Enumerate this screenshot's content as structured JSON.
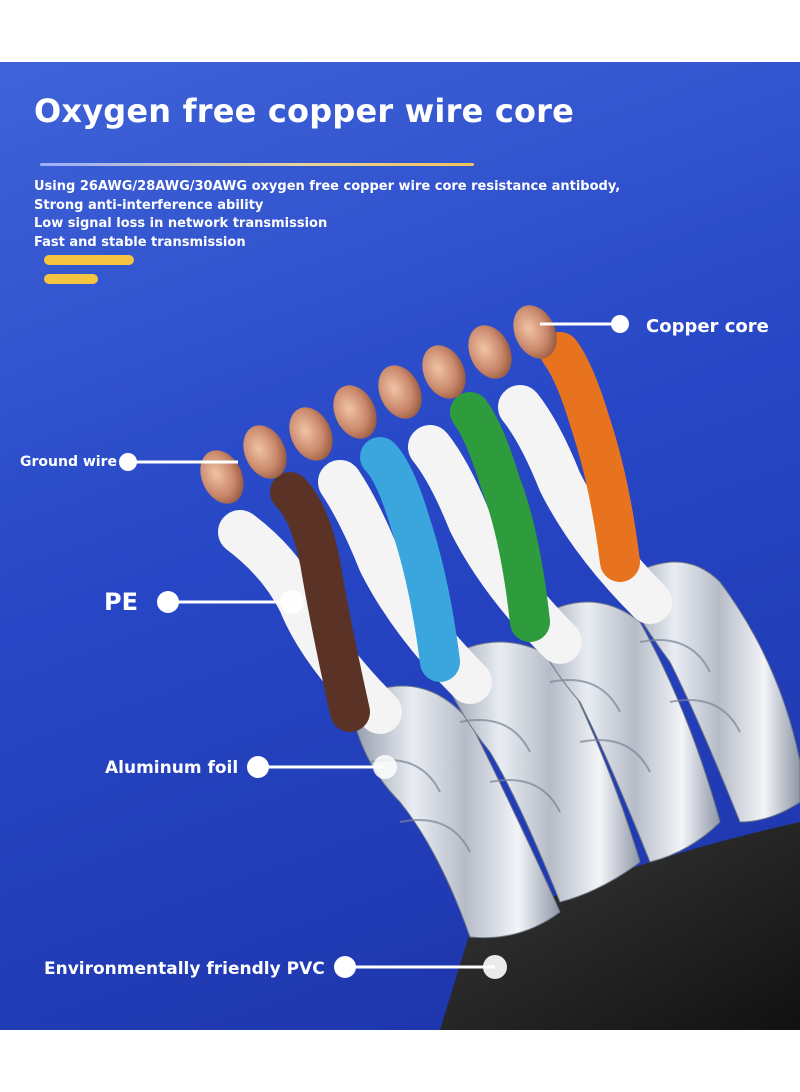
{
  "heading": {
    "title": "Oxygen free copper wire core",
    "lines": [
      "Using 26AWG/28AWG/30AWG oxygen free copper wire core resistance antibody,",
      "Strong anti-interference ability",
      "Low signal loss in network transmission",
      "Fast and stable transmission"
    ]
  },
  "callouts": {
    "copper_core": "Copper core",
    "ground_wire": "Ground wire",
    "pe": "PE",
    "aluminum_foil": "Aluminum foil",
    "pvc": "Environmentally friendly PVC"
  },
  "colors": {
    "background": "#2747c6",
    "accent_yellow": "#f5c542",
    "copper": "#c9876a",
    "jacket": "#1f1f1f",
    "foil": "#c7ccd6"
  },
  "wires": [
    {
      "name": "white",
      "color": "#f4f4f4"
    },
    {
      "name": "brown",
      "color": "#5b3326"
    },
    {
      "name": "white",
      "color": "#f4f4f4"
    },
    {
      "name": "blue",
      "color": "#3aa6dd"
    },
    {
      "name": "white",
      "color": "#f4f4f4"
    },
    {
      "name": "green",
      "color": "#2e9b3c"
    },
    {
      "name": "white",
      "color": "#f4f4f4"
    },
    {
      "name": "orange",
      "color": "#e8731f"
    }
  ]
}
